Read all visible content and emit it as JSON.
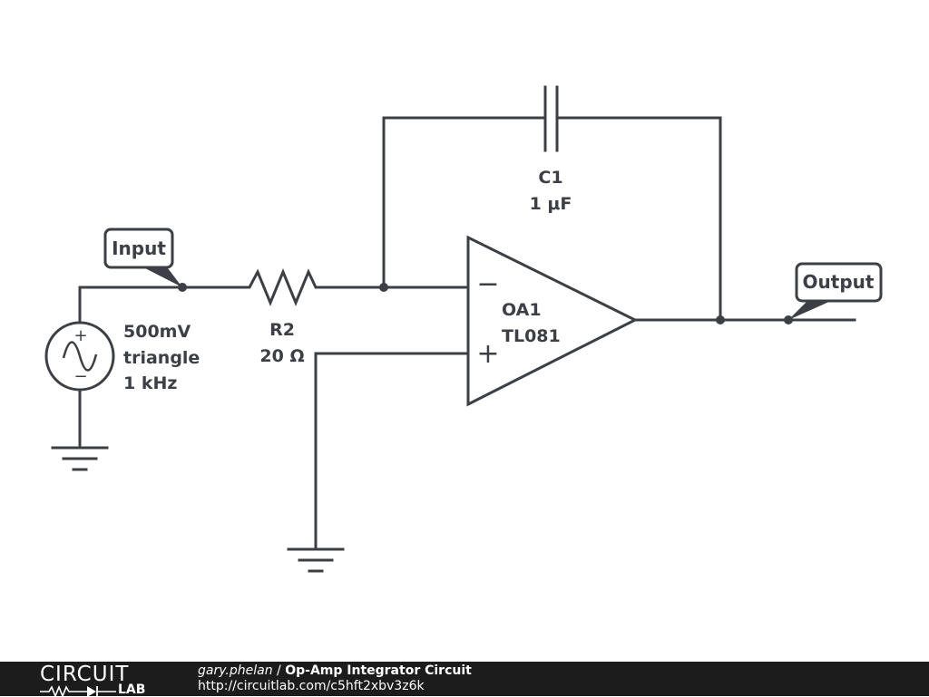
{
  "schematic": {
    "source": {
      "amplitude": "500mV",
      "waveform": "triangle",
      "frequency": "1 kHz"
    },
    "resistor": {
      "ref": "R2",
      "value": "20 Ω"
    },
    "capacitor": {
      "ref": "C1",
      "value": "1 μF"
    },
    "opamp": {
      "ref": "OA1",
      "model": "TL081",
      "inv_symbol": "−",
      "noninv_symbol": "+"
    },
    "source_pos_symbol": "+",
    "source_neg_symbol": "−",
    "input_tag": "Input",
    "output_tag": "Output"
  },
  "footer": {
    "logo_top": "CIRCUIT",
    "logo_bottom": "LAB",
    "author": "gary.phelan",
    "separator": " / ",
    "title": "Op-Amp Integrator Circuit",
    "url": "http://circuitlab.com/c5hft2xbv3z6k"
  },
  "colors": {
    "ink": "#3c4046",
    "footer_bg": "#1c1c1c",
    "footer_text": "#ffffff"
  }
}
